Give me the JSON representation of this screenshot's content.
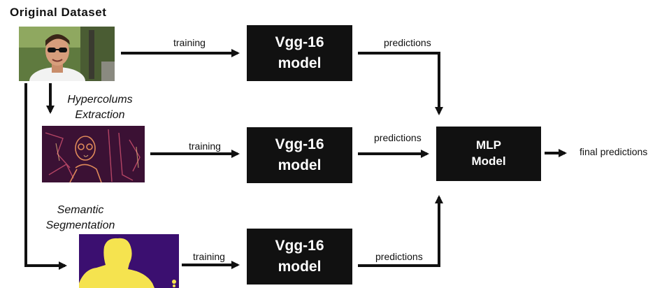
{
  "title": "Original Dataset",
  "steps": {
    "hypercolumns_line1": "Hypercolums",
    "hypercolumns_line2": "Extraction",
    "segmentation_line1": "Semantic",
    "segmentation_line2": "Segmentation"
  },
  "models": [
    {
      "line1": "Vgg-16",
      "line2": "model"
    },
    {
      "line1": "Vgg-16",
      "line2": "model"
    },
    {
      "line1": "Vgg-16",
      "line2": "model"
    }
  ],
  "mlp": {
    "line1": "MLP",
    "line2": "Model"
  },
  "edge_labels": {
    "training_1": "training",
    "training_2": "training",
    "training_3": "training",
    "predictions_1": "predictions",
    "predictions_2": "predictions",
    "predictions_3": "predictions",
    "final": "final predictions"
  },
  "colors": {
    "box": "#111111",
    "segmentation_background": "#3b0f70",
    "segmentation_foreground": "#f5e34f",
    "hypercolumn_base": "#2a0c28"
  }
}
